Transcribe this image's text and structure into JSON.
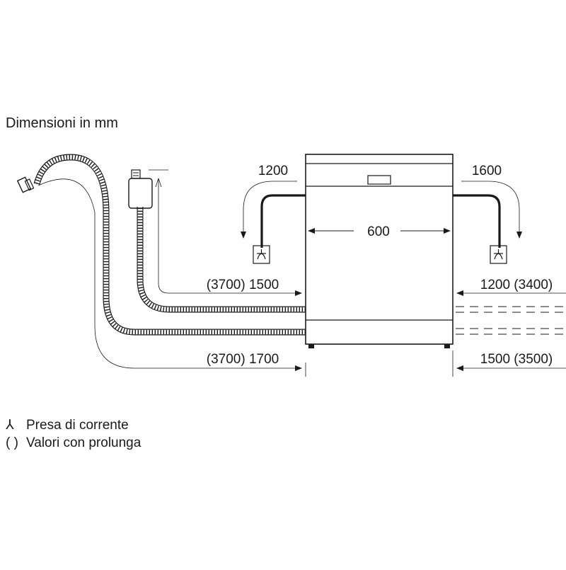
{
  "title": "Dimensioni in mm",
  "dimensions": {
    "width": "600",
    "cable_left": "1200",
    "cable_right": "1600",
    "inlet_hose_left": "(3700) 1500",
    "drain_hose_left": "(3700) 1700",
    "inlet_hose_right": "1200 (3400)",
    "drain_hose_right": "1500 (3500)"
  },
  "legend": {
    "socket_symbol": "⅄",
    "socket_label": "Presa di corrente",
    "extension_symbol": "( )",
    "extension_label": "Valori con prolunga"
  },
  "icons": [
    "socket-icon",
    "water-tap-icon",
    "drain-hose-icon",
    "inlet-hose-icon",
    "power-cable-icon",
    "dishwasher-front"
  ]
}
